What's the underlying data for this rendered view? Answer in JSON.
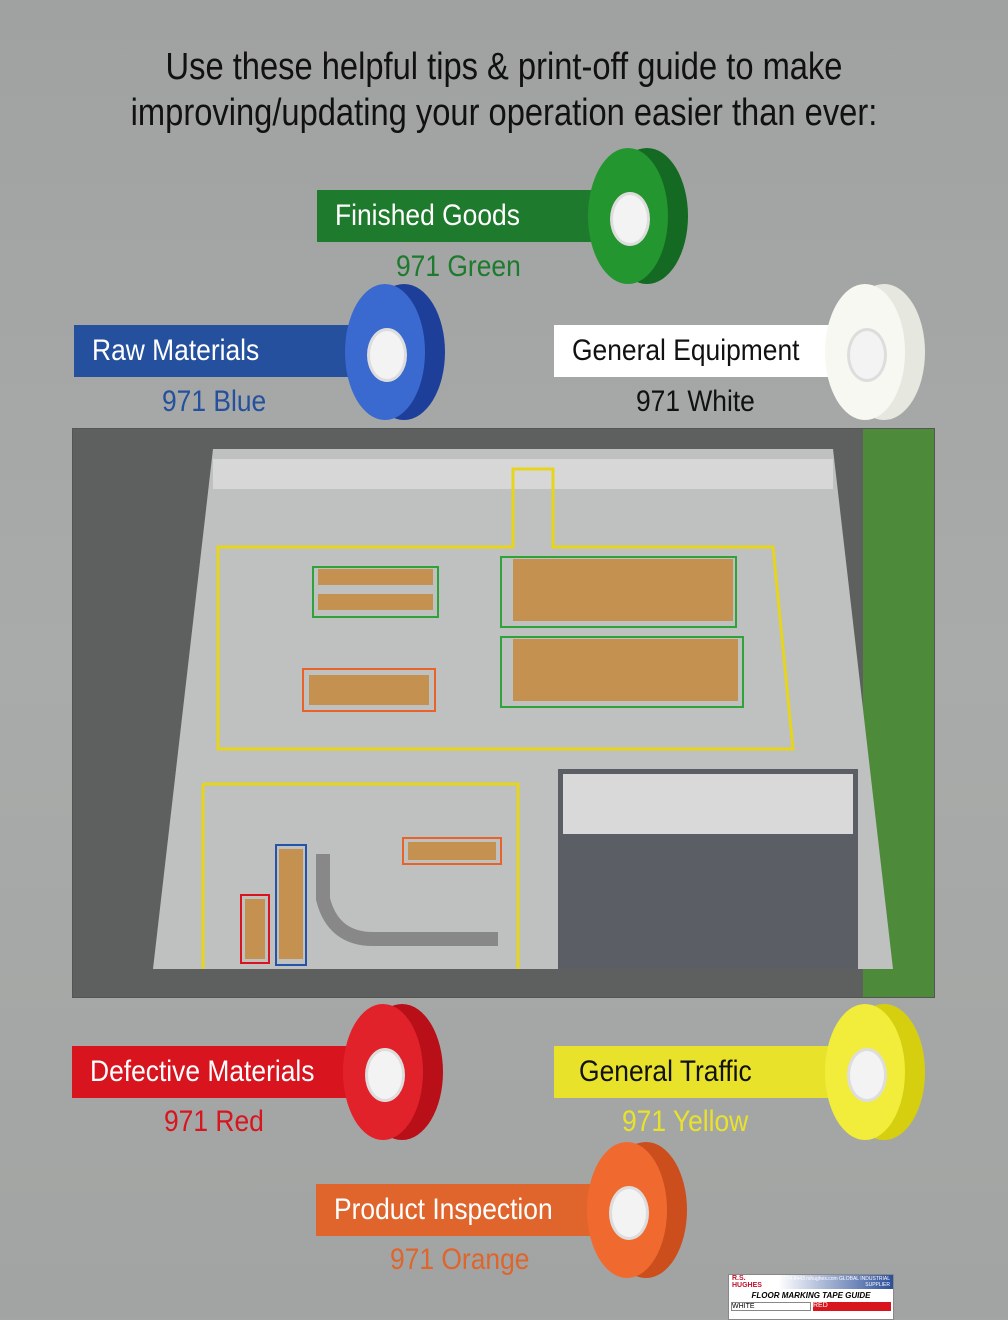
{
  "title": {
    "line1": "Use these helpful tips & print-off guide to make",
    "line2": "improving/updating your operation easier than ever:"
  },
  "tapes": [
    {
      "label": "Finished Goods",
      "product": "971 Green",
      "color": "#1e8a2e"
    },
    {
      "label": "Raw Materials",
      "product": "971 Blue",
      "color": "#2453a8"
    },
    {
      "label": "General Equipment",
      "product": "971 White",
      "color": "#ffffff"
    },
    {
      "label": "Defective Materials",
      "product": "971 Red",
      "color": "#d8151f"
    },
    {
      "label": "General Traffic",
      "product": "971 Yellow",
      "color": "#e8e22a"
    },
    {
      "label": "Product Inspection",
      "product": "971 Orange",
      "color": "#e8622a"
    }
  ],
  "guide": {
    "brand": "R.S. HUGHES",
    "phone": "877-774-8443",
    "site": "rshughes.com",
    "tagline": "GLOBAL INDUSTRIAL SUPPLIER",
    "title": "FLOOR MARKING TAPE GUIDE",
    "col1": "WHITE",
    "col2": "RED"
  }
}
